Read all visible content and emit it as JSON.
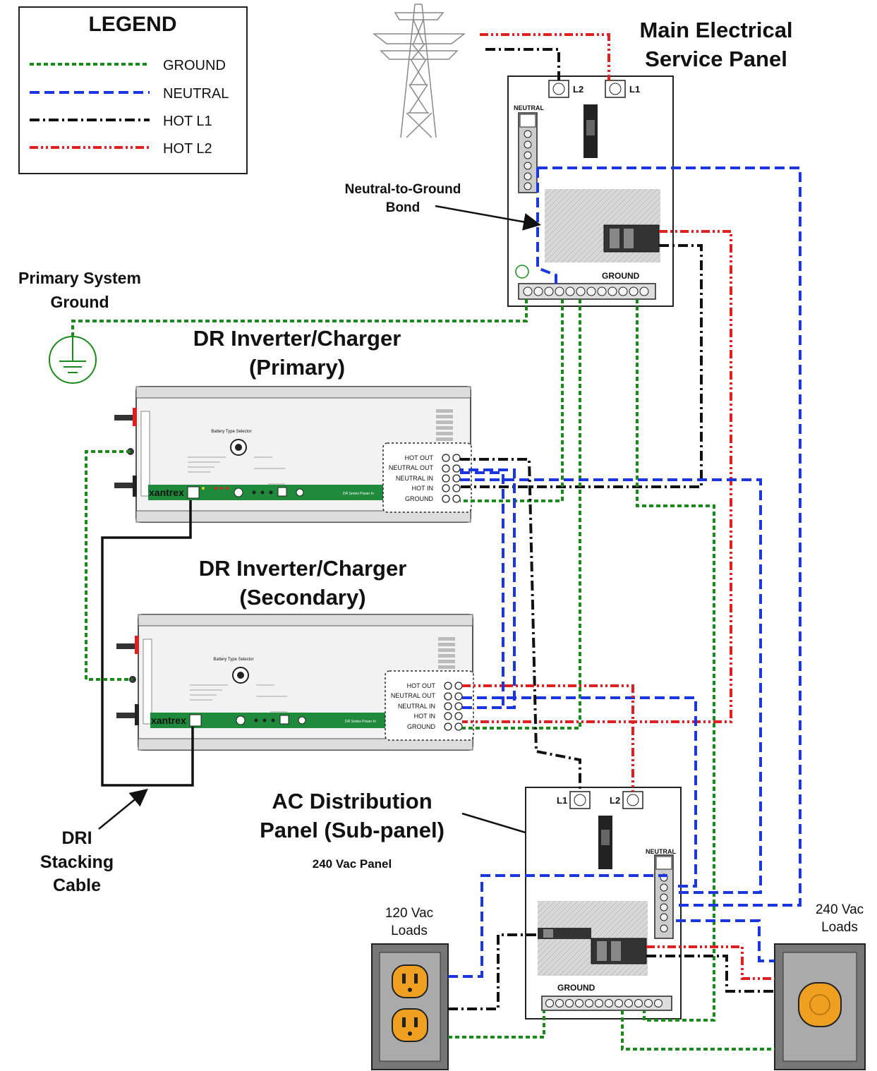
{
  "legend": {
    "title": "LEGEND",
    "items": [
      {
        "label": "GROUND",
        "color": "#1a8a1a",
        "dash": "6 4"
      },
      {
        "label": "NEUTRAL",
        "color": "#1a36e0",
        "dash": "14 7"
      },
      {
        "label": "HOT L1",
        "color": "#111111",
        "dash": "14 5 3 5"
      },
      {
        "label": "HOT L2",
        "color": "#e02020",
        "dash": "12 4 3 4 3 4"
      }
    ]
  },
  "main_panel": {
    "title_line1": "Main Electrical",
    "title_line2": "Service Panel",
    "l2": "L2",
    "l1": "L1",
    "neutral": "NEUTRAL",
    "ground": "GROUND"
  },
  "bond_label_line1": "Neutral-to-Ground",
  "bond_label_line2": "Bond",
  "primary_ground_line1": "Primary System",
  "primary_ground_line2": "Ground",
  "inverter_primary": {
    "title_line1": "DR Inverter/Charger",
    "title_line2": "(Primary)"
  },
  "inverter_secondary": {
    "title_line1": "DR Inverter/Charger",
    "title_line2": "(Secondary)"
  },
  "inverter_common": {
    "brand": "xantrex",
    "selector": "Battery Type Selector",
    "series": "DR Series Power In",
    "terminals": [
      "HOT OUT",
      "NEUTRAL OUT",
      "NEUTRAL IN",
      "HOT IN",
      "GROUND"
    ]
  },
  "dri_label": [
    "DRI",
    "Stacking",
    "Cable"
  ],
  "sub_panel": {
    "title_line1": "AC Distribution",
    "title_line2": "Panel (Sub-panel)",
    "subtitle": "240 Vac Panel",
    "l1": "L1",
    "l2": "L2",
    "neutral": "NEUTRAL",
    "ground": "GROUND"
  },
  "loads_120_line1": "120 Vac",
  "loads_120_line2": "Loads",
  "loads_240_line1": "240 Vac",
  "loads_240_line2": "Loads",
  "colors": {
    "ground": "#1a8a1a",
    "neutral": "#1a36e0",
    "hot_l1": "#111111",
    "hot_l2": "#e02020",
    "board_green": "#1f8a3c",
    "outlet_orange": "#f0a020"
  }
}
